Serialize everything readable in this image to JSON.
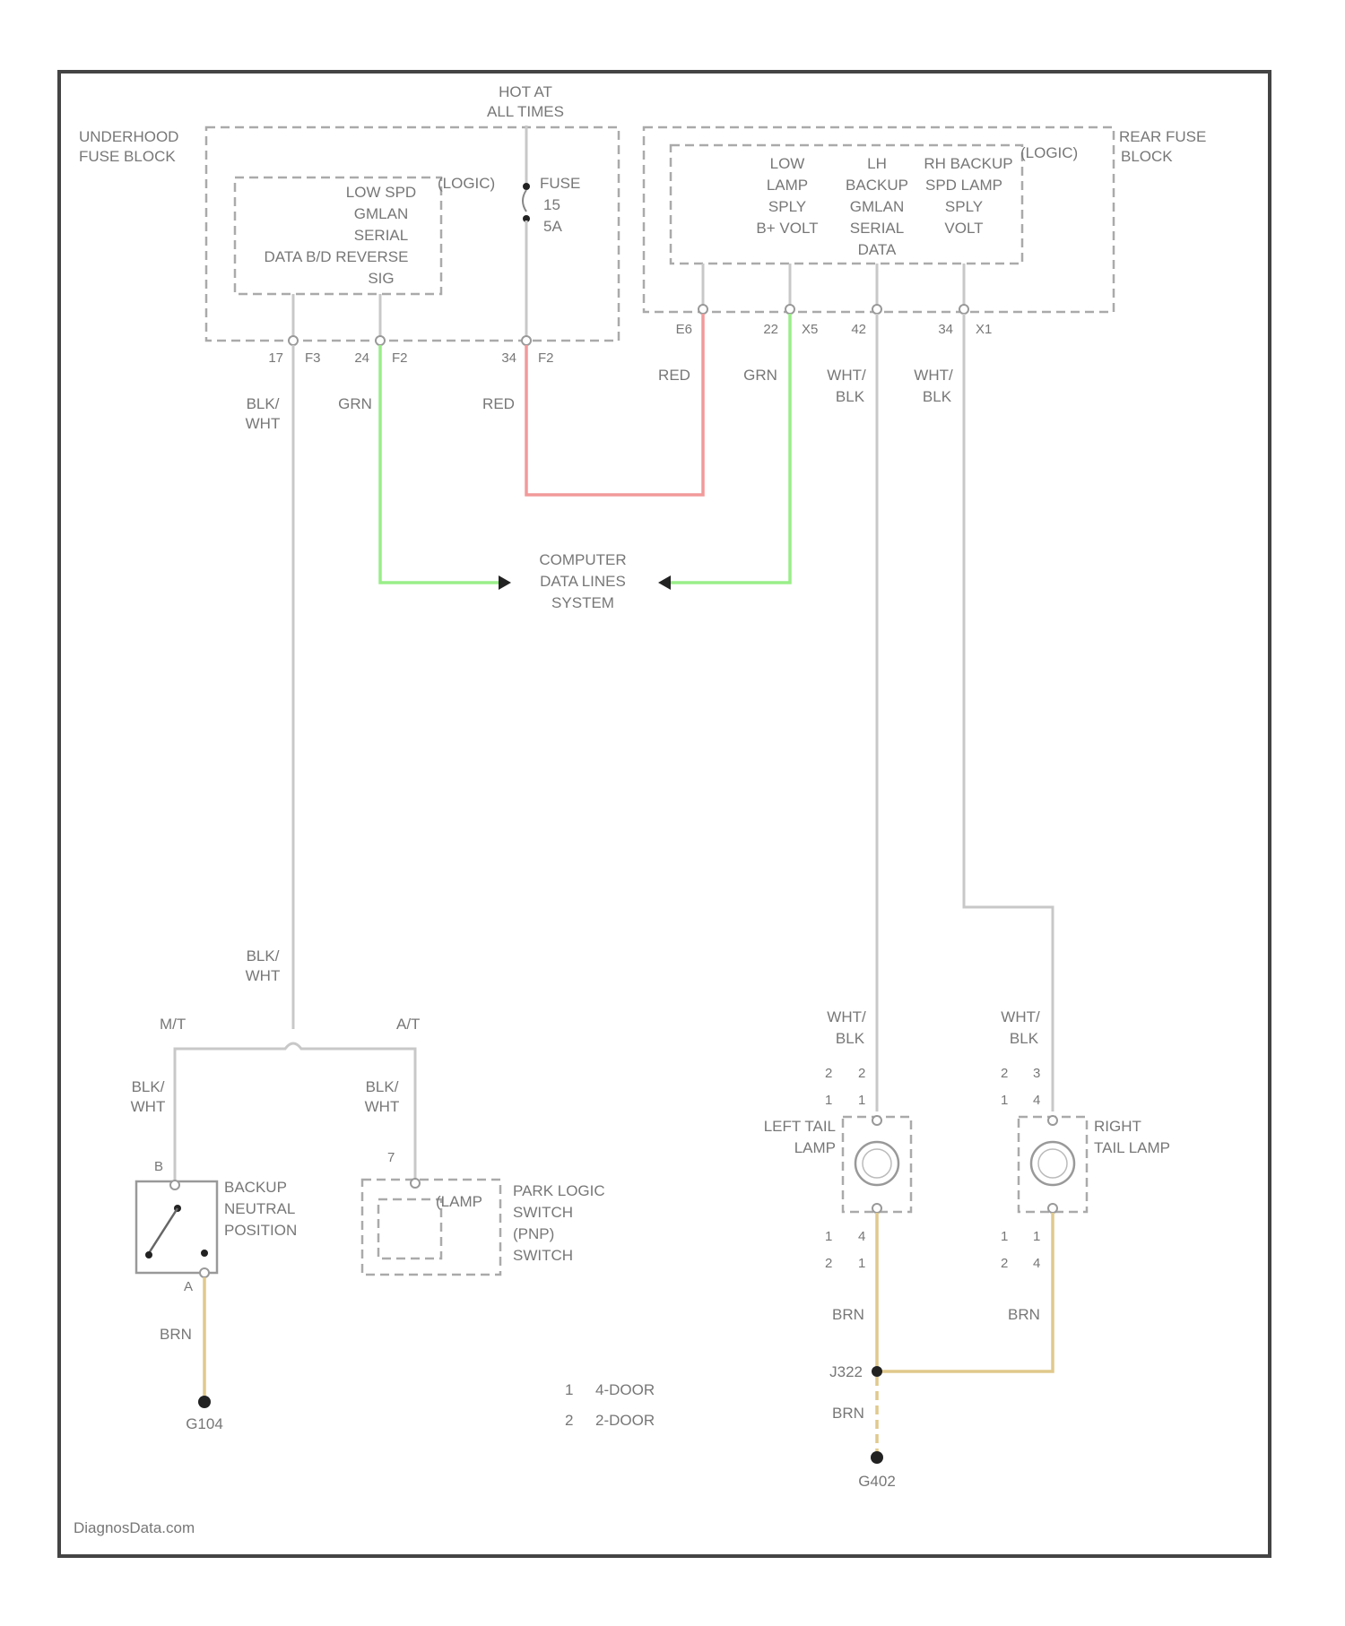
{
  "footer": {
    "watermark": "DiagnosData.com"
  },
  "hot_at_all_times": [
    "HOT AT",
    "ALL TIMES"
  ],
  "underhood": {
    "title": [
      "UNDERHOOD",
      "FUSE BLOCK"
    ],
    "logic": "(LOGIC)",
    "logic_lines": [
      "LOW SPD",
      "GMLAN",
      "SERIAL",
      "DATA B/D REVERSE",
      "SIG"
    ],
    "fuse": [
      "FUSE",
      "15",
      "5A"
    ],
    "pins": [
      {
        "num": "17",
        "conn": "F3"
      },
      {
        "num": "24",
        "conn": "F2"
      },
      {
        "num": "34",
        "conn": "F2"
      }
    ]
  },
  "rear": {
    "title": [
      "REAR FUSE",
      "BLOCK"
    ],
    "logic": "(LOGIC)",
    "col1": [
      "LOW",
      "LAMP",
      "SPLY",
      "B+ VOLT"
    ],
    "col2": [
      "LH",
      "BACKUP",
      "GMLAN",
      "SERIAL",
      "DATA"
    ],
    "col3": [
      "RH BACKUP",
      "SPD LAMP",
      "SPLY",
      "VOLT"
    ],
    "pins": [
      {
        "num": "E6",
        "conn": ""
      },
      {
        "num": "22",
        "conn": "X5"
      },
      {
        "num": "42",
        "conn": ""
      },
      {
        "num": "34",
        "conn": "X1"
      }
    ]
  },
  "wires": {
    "blk_wht": [
      "BLK/",
      "WHT"
    ],
    "grn": "GRN",
    "red": "RED",
    "wht_blk": [
      "WHT/",
      "BLK"
    ],
    "brn": "BRN"
  },
  "computer_data": [
    "COMPUTER",
    "DATA LINES",
    "SYSTEM"
  ],
  "transmission": {
    "mt": "M/T",
    "at": "A/T"
  },
  "backup_switch": {
    "name": [
      "BACKUP",
      "NEUTRAL",
      "POSITION"
    ],
    "pin_top": "B",
    "pin_bottom": "A"
  },
  "park_switch": {
    "name": [
      "PARK LOGIC",
      "SWITCH",
      "(PNP)",
      "SWITCH"
    ],
    "lamp": "(LAMP",
    "pin": "7"
  },
  "left_tail": {
    "name": [
      "LEFT TAIL",
      "LAMP"
    ],
    "pins_top": [
      [
        "2",
        "2"
      ],
      [
        "1",
        "1"
      ]
    ],
    "pins_bottom": [
      [
        "1",
        "4"
      ],
      [
        "2",
        "1"
      ]
    ]
  },
  "right_tail": {
    "name": [
      "RIGHT",
      "TAIL LAMP"
    ],
    "pins_top": [
      [
        "2",
        "3"
      ],
      [
        "1",
        "4"
      ]
    ],
    "pins_bottom": [
      [
        "1",
        "1"
      ],
      [
        "2",
        "4"
      ]
    ]
  },
  "splice": "J322",
  "grounds": {
    "left": "G104",
    "right": "G402"
  },
  "notes": [
    {
      "num": "1",
      "text": "4-DOOR"
    },
    {
      "num": "2",
      "text": "2-DOOR"
    }
  ]
}
